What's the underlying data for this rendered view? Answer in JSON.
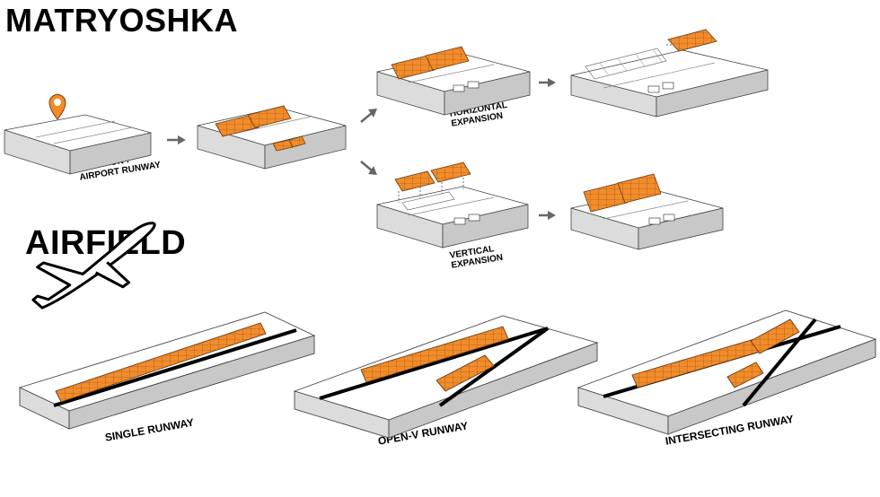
{
  "titles": {
    "main": "MATRYOSHKA",
    "section": "AIRFIELD"
  },
  "steps": {
    "location_label": "LOCATION :",
    "location_value": "AIRPORT RUNWAY",
    "horizontal_line1": "HORIZONTAL",
    "horizontal_line2": "EXPANSION",
    "vertical_line1": "VERTICAL",
    "vertical_line2": "EXPANSION"
  },
  "configurations": {
    "single": "SINGLE RUNWAY",
    "open_v": "OPEN-V RUNWAY",
    "intersecting": "INTERSECTING RUNWAY"
  },
  "colors": {
    "module_orange": "#F28C2B",
    "module_edge": "#6b3a10",
    "pin_orange": "#F28C2B",
    "arrow_gray": "#666666",
    "runway_black": "#000000",
    "slab_top": "#ffffff",
    "slab_side": "#dcdcdc"
  },
  "icons": {
    "location": "location-pin-icon",
    "plane": "airplane-takeoff-icon",
    "arrow": "arrow-right-icon"
  }
}
